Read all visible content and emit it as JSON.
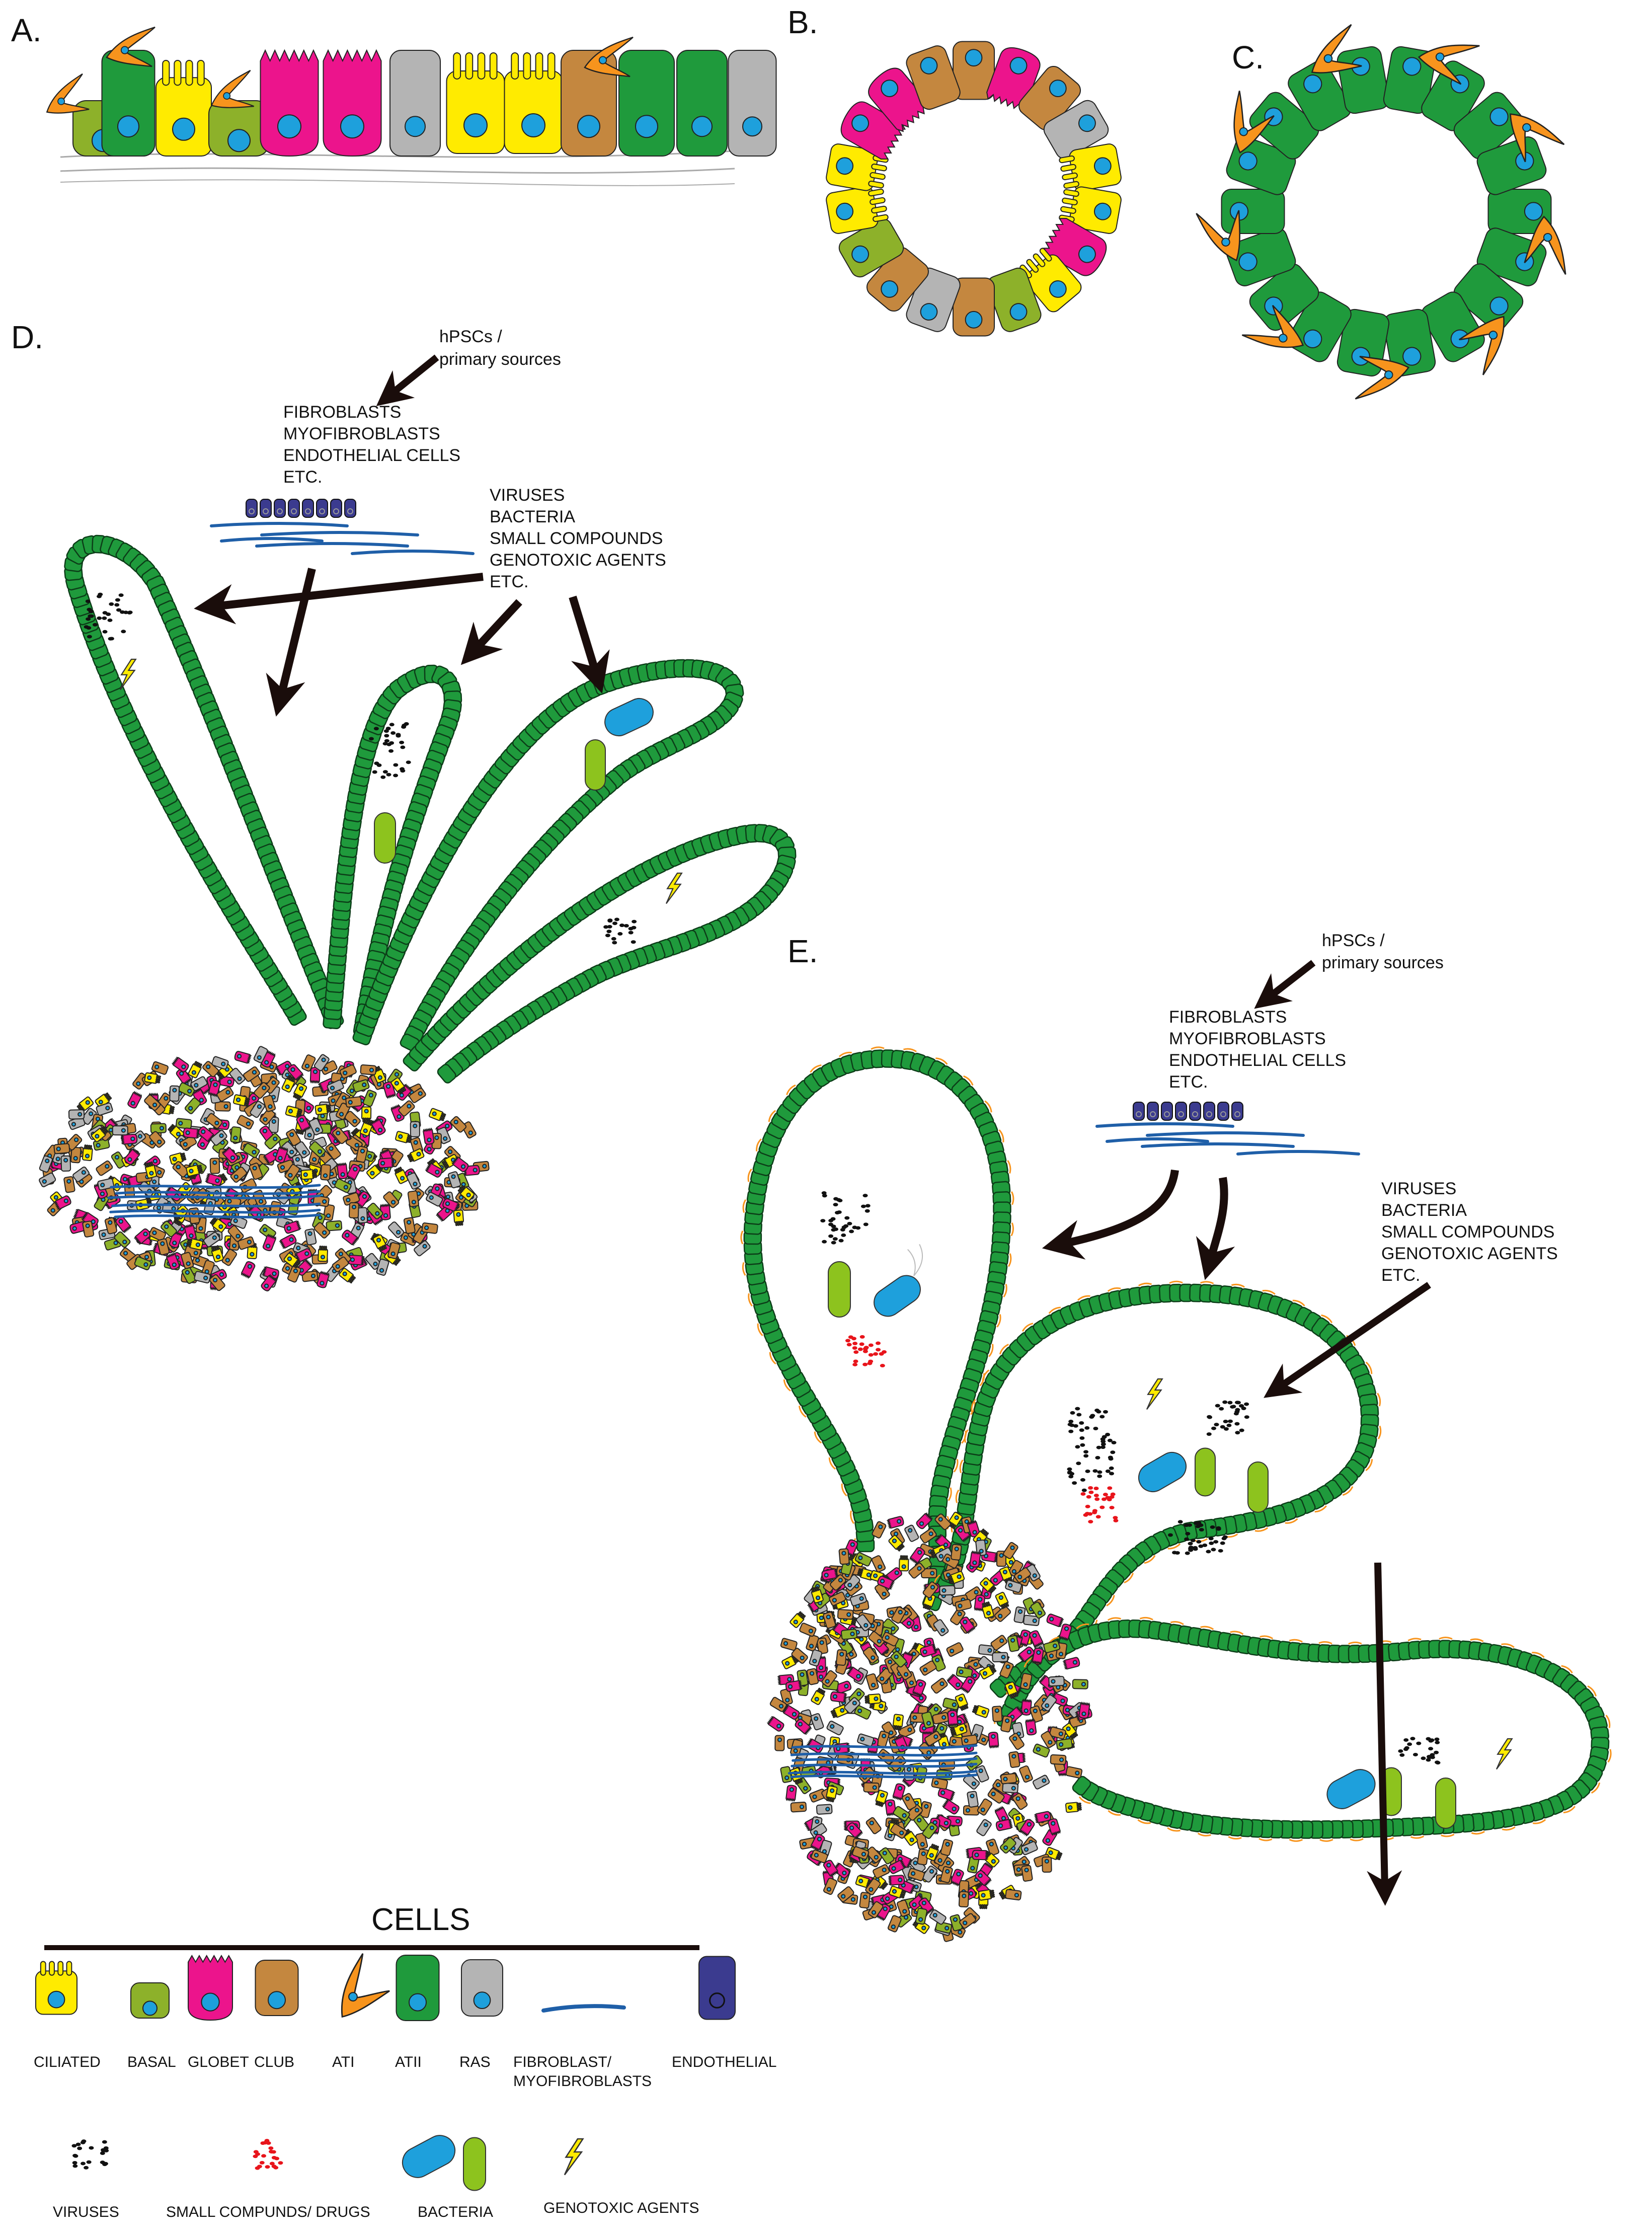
{
  "panels": {
    "a": "A.",
    "b": "B.",
    "c": "C.",
    "d": "D.",
    "e": "E."
  },
  "panel_d": {
    "source": [
      "hPSCs /",
      "primary sources"
    ],
    "cell_types": [
      "FIBROBLASTS",
      "MYOFIBROBLASTS",
      "ENDOTHELIAL CELLS",
      "ETC."
    ],
    "agents": [
      "VIRUSES",
      "BACTERIA",
      "SMALL COMPOUNDS",
      "GENOTOXIC AGENTS",
      "ETC."
    ]
  },
  "panel_e": {
    "source": [
      "hPSCs /",
      "primary sources"
    ],
    "cell_types": [
      "FIBROBLASTS",
      "MYOFIBROBLASTS",
      "ENDOTHELIAL CELLS",
      "ETC."
    ],
    "agents": [
      "VIRUSES",
      "BACTERIA",
      "SMALL COMPOUNDS",
      "GENOTOXIC AGENTS",
      "ETC."
    ]
  },
  "legend": {
    "title": "CELLS",
    "cells": [
      {
        "label": "CILIATED",
        "color": "#ffeb00"
      },
      {
        "label": "BASAL",
        "color": "#8db12a"
      },
      {
        "label": "GLOBET",
        "color": "#ec148c"
      },
      {
        "label": "CLUB",
        "color": "#c4873f"
      },
      {
        "label": "ATI",
        "color": "#f7941d"
      },
      {
        "label": "ATII",
        "color": "#1f9a3c"
      },
      {
        "label": "RAS",
        "color": "#b4b4b4"
      },
      {
        "label": "FIBROBLAST/",
        "label2": "MYOFIBROBLASTS",
        "color": "#1f5fa8"
      },
      {
        "label": "ENDOTHELIAL",
        "color": "#3b3b8f"
      }
    ],
    "agents": [
      {
        "label": "VIRUSES",
        "color": "#111111"
      },
      {
        "label": "SMALL COMPUNDS/ DRUGS",
        "color": "#e8141b"
      },
      {
        "label": "BACTERIA",
        "color": "#1ea0dc"
      },
      {
        "label": "GENOTOXIC AGENTS",
        "color": "#ffeb00"
      }
    ]
  },
  "colors": {
    "ciliated": "#ffeb00",
    "basal": "#8db12a",
    "goblet": "#ec148c",
    "club": "#c4873f",
    "ati": "#f7941d",
    "atii": "#1f9a3c",
    "ras": "#b4b4b4",
    "fibroblast": "#1f5fa8",
    "endothelial": "#3b3b8f",
    "nucleus": "#1ea0dc",
    "virus": "#111111",
    "drug": "#e8141b",
    "bacteria_blue": "#1ea0dc",
    "bacteria_green": "#8dc31e",
    "genotoxic": "#ffeb00"
  }
}
